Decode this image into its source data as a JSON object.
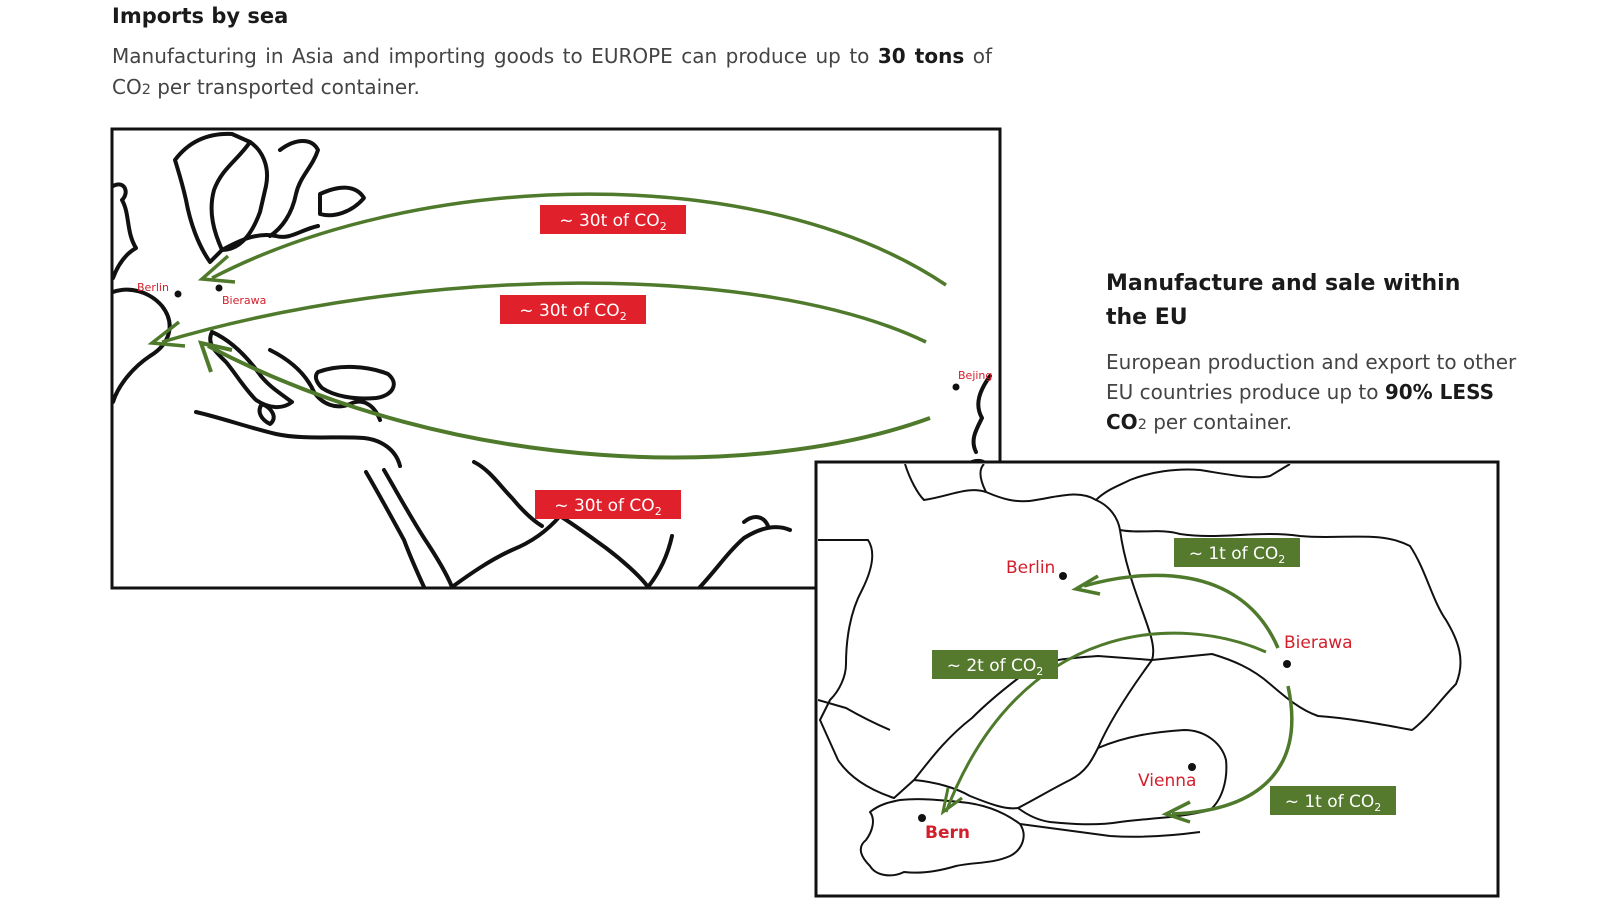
{
  "sea": {
    "heading": "Imports by sea",
    "text_before": "Manufacturing in Asia and importing goods to EUROPE can produce up to ",
    "text_bold": "30 tons",
    "text_after": " of CO",
    "text_sub": "2",
    "text_end": " per transported container."
  },
  "eu": {
    "heading": "Manufacture and sale within the EU",
    "text_before": "European production and export to other EU countries produce up to ",
    "text_bold": "90% LESS CO",
    "text_sub": "2",
    "text_after": " per container."
  },
  "sea_map": {
    "cities": {
      "berlin": "Berlin",
      "bierawa": "Bierawa",
      "beijing": "Bejing"
    },
    "labels": [
      {
        "text": "~ 30t of CO",
        "sub": "2"
      },
      {
        "text": "~ 30t of CO",
        "sub": "2"
      },
      {
        "text": "~ 30t of CO",
        "sub": "2"
      }
    ],
    "label_color": "#e0202b"
  },
  "eu_map": {
    "cities": {
      "berlin": "Berlin",
      "bierawa": "Bierawa",
      "vienna": "Vienna",
      "bern": "Bern"
    },
    "labels": [
      {
        "text": "~ 1t of CO",
        "sub": "2"
      },
      {
        "text": "~ 2t of CO",
        "sub": "2"
      },
      {
        "text": "~ 1t of CO",
        "sub": "2"
      }
    ],
    "label_color": "#557a2e",
    "city_color": "#d21f2b",
    "route_color": "#4f7a2c"
  }
}
